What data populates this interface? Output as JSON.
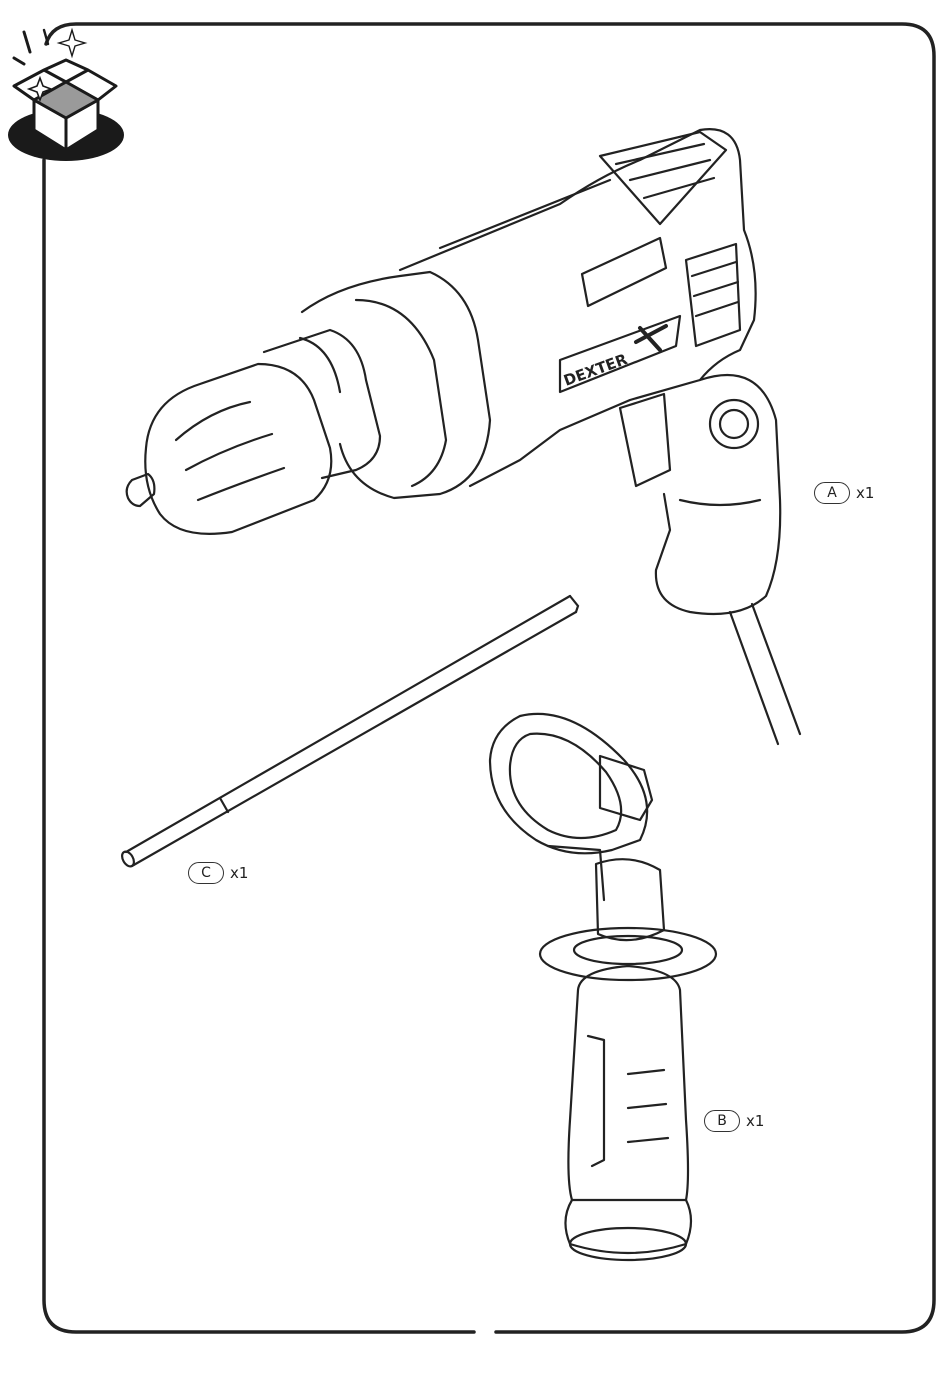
{
  "parts": [
    {
      "letter": "A",
      "quantity": "x1",
      "name": "drill"
    },
    {
      "letter": "B",
      "quantity": "x1",
      "name": "auxiliary handle"
    },
    {
      "letter": "C",
      "quantity": "x1",
      "name": "depth gauge rod"
    }
  ],
  "brand": {
    "logo_text": "DEXTER",
    "logo_mark": "X"
  },
  "icons": {
    "corner": "unboxing-icon"
  },
  "colors": {
    "line": "#222222",
    "background": "#ffffff",
    "icon_fill": "#1a1a1a",
    "icon_shade": "#9a9a9a"
  }
}
